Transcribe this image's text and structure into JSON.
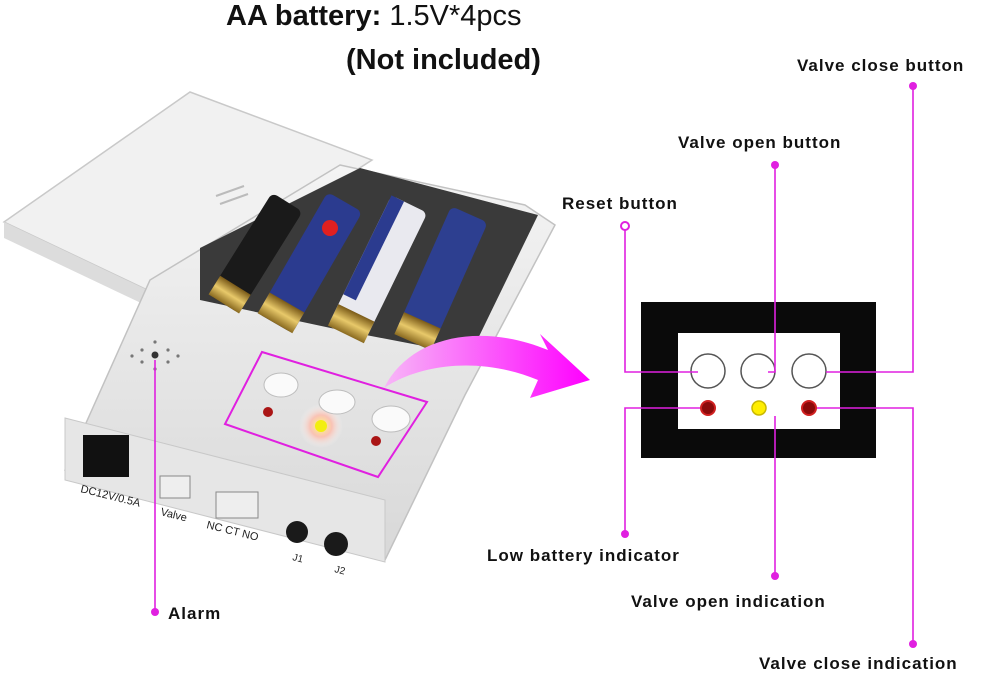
{
  "heading": {
    "battery_label": "AA battery",
    "battery_sep": ":",
    "battery_spec": "1.5V*4pcs",
    "note": "(Not included)"
  },
  "device": {
    "port_label": "DC12V/0.5A",
    "valve_label": "Valve",
    "relay_label": "NC CT NO",
    "jack1_label": "J1",
    "jack2_label": "J2"
  },
  "callouts": {
    "valve_close_button": "Valve close button",
    "valve_open_button": "Valve open button",
    "reset_button": "Reset button",
    "low_battery_indicator": "Low battery indicator",
    "valve_open_indication": "Valve open indication",
    "valve_close_indication": "Valve close indication",
    "alarm": "Alarm"
  },
  "colors": {
    "accent": "#e020e0",
    "led_red": "#8b0a0a",
    "led_yellow": "#ffee00",
    "panel_black": "#0a0a0a"
  }
}
